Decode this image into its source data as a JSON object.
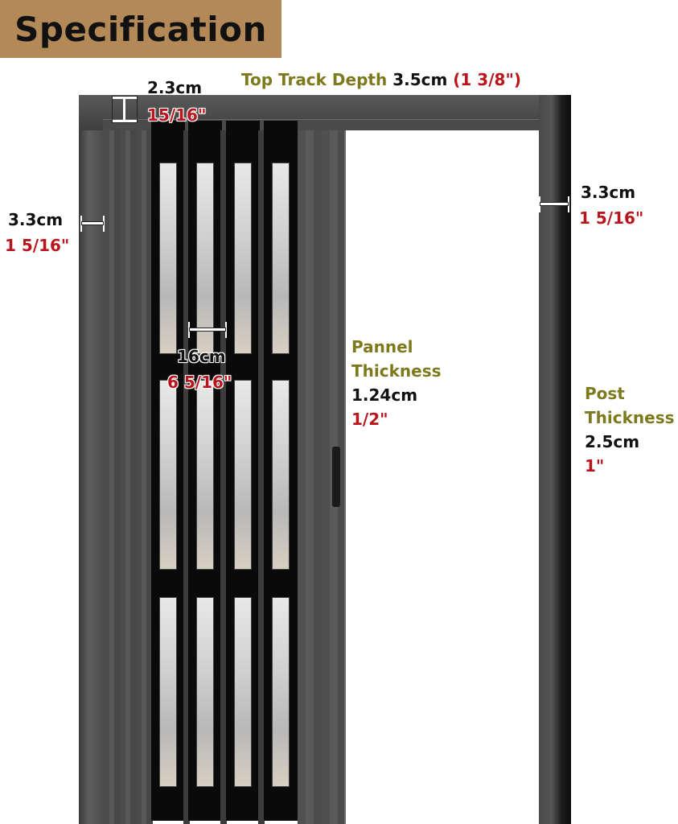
{
  "title": "Specification",
  "top_track": {
    "label": "Top Track Depth",
    "metric": "3.5cm",
    "imperial": "(1 3/8\")"
  },
  "track_height": {
    "metric": "2.3cm",
    "imperial": "15/16\""
  },
  "left_frame_width": {
    "metric": "3.3cm",
    "imperial": "1 5/16\""
  },
  "right_frame_width": {
    "metric": "3.3cm",
    "imperial": "1 5/16\""
  },
  "panel_width": {
    "metric": "16cm",
    "imperial": "6 5/16\""
  },
  "panel_thickness": {
    "label_line1": "Pannel",
    "label_line2": "Thickness",
    "metric": "1.24cm",
    "imperial": "1/2\""
  },
  "post_thickness": {
    "label_line1": "Post",
    "label_line2": "Thickness",
    "metric": "2.5cm",
    "imperial": "1\""
  },
  "colors": {
    "title_bg": "#b38a57",
    "label_olive": "#7d7a1e",
    "imperial_red": "#b8161c",
    "door_dark": "#0a0a0a",
    "frame_gray": "#4a4a4a"
  }
}
